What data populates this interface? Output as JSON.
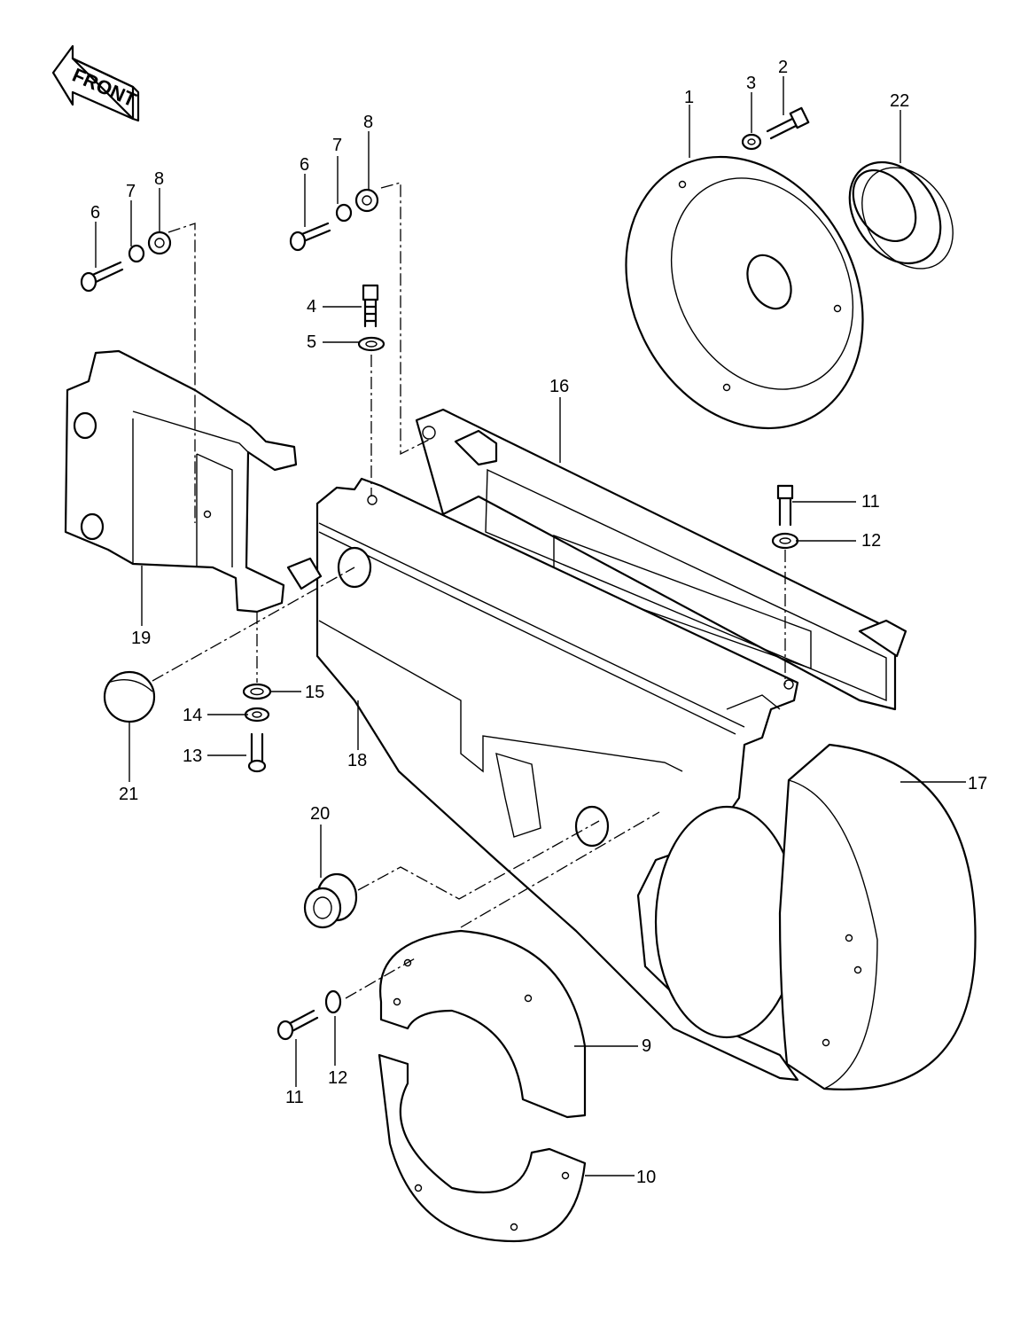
{
  "front_arrow": {
    "label": "FRONT"
  },
  "callouts": {
    "c1": "1",
    "c2": "2",
    "c3": "3",
    "c4": "4",
    "c5": "5",
    "c6a": "6",
    "c7a": "7",
    "c8a": "8",
    "c6b": "6",
    "c7b": "7",
    "c8b": "8",
    "c9": "9",
    "c10": "10",
    "c11a": "11",
    "c12a": "12",
    "c11b": "11",
    "c12b": "12",
    "c13": "13",
    "c14": "14",
    "c15": "15",
    "c16": "16",
    "c17": "17",
    "c18": "18",
    "c19": "19",
    "c20": "20",
    "c21": "21",
    "c22": "22"
  }
}
